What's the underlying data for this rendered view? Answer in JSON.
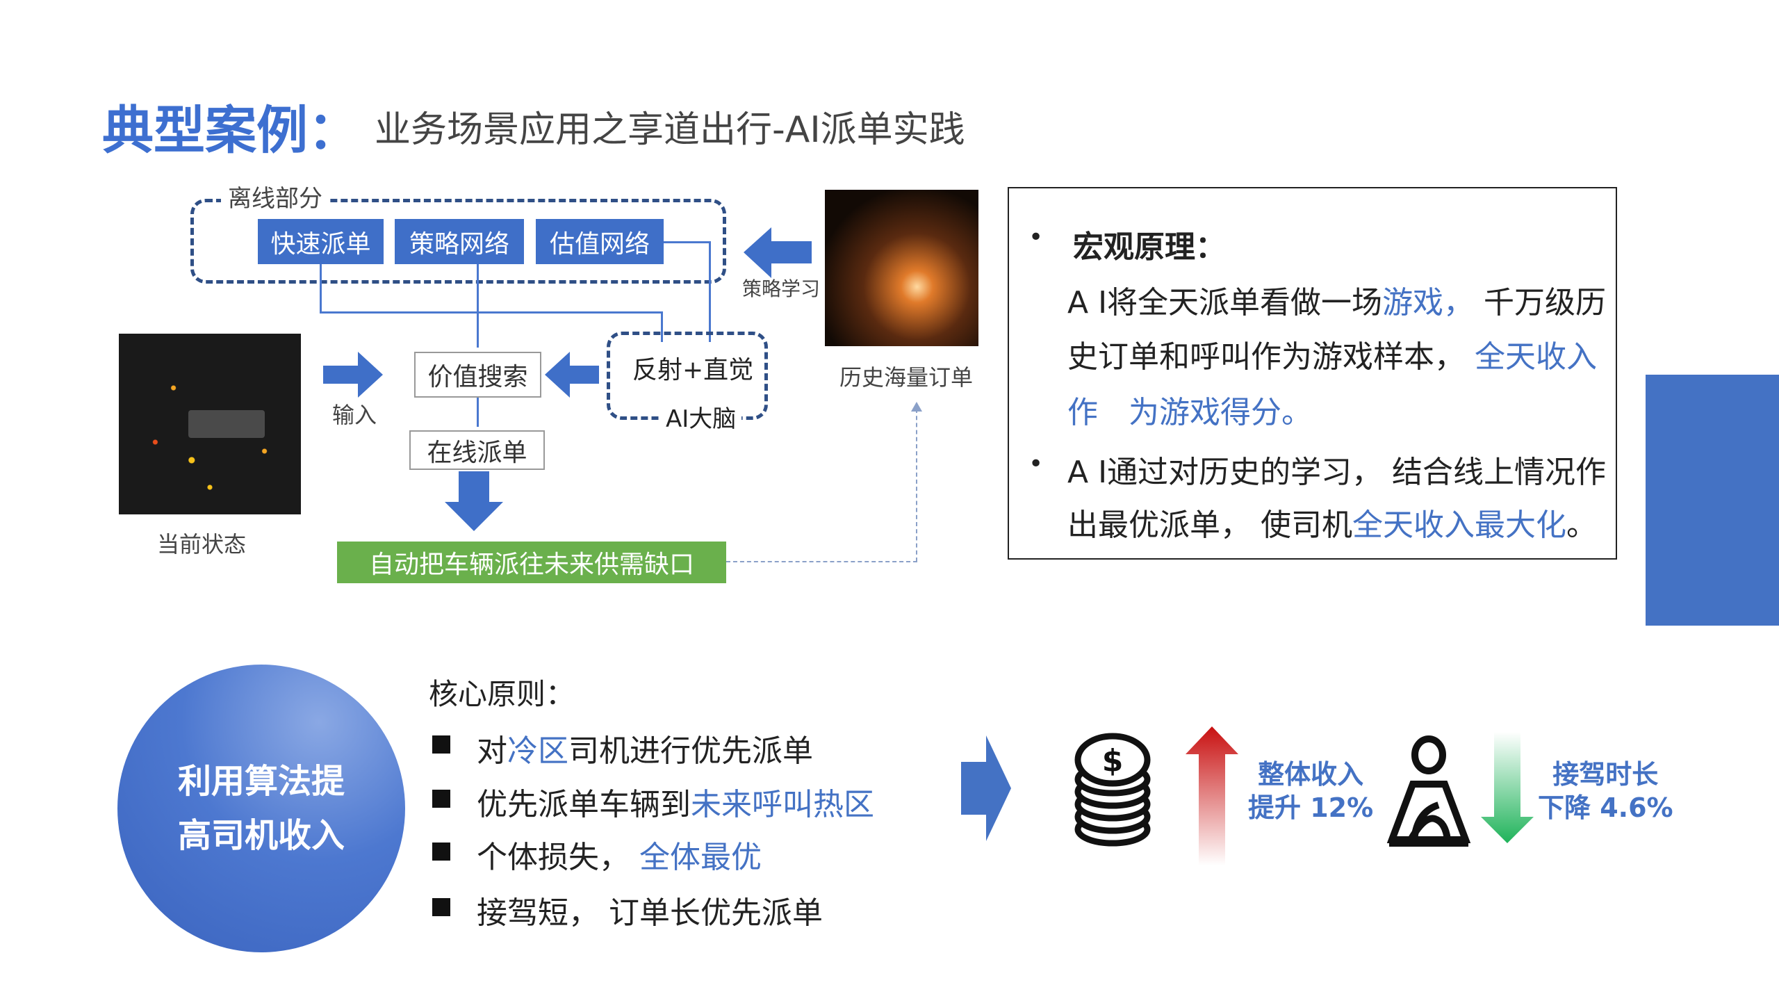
{
  "header": {
    "title": "典型案例：",
    "subtitle": "业务场景应用之享道出行-AI派单实践"
  },
  "diagram": {
    "offline_label": "离线部分",
    "offline_boxes": [
      "快速派单",
      "策略网络",
      "估值网络"
    ],
    "strategy_learning": "策略学习",
    "history_label": "历史海量订单",
    "current_state_label": "当前状态",
    "input_label": "输入",
    "value_search": "价值搜索",
    "reflex_intuition": "反射+直觉",
    "ai_brain": "AI大脑",
    "online_dispatch": "在线派单",
    "result_bar": "自动把车辆派往未来供需缺口"
  },
  "principle_box": {
    "heading": "宏观原理：",
    "p1": [
      {
        "a": "A I将全天派单看做一场",
        "b": "游戏，",
        "c": " 千万级历"
      },
      {
        "a": "史订单和呼叫作为游戏样本，",
        "b": " 全天收入",
        "c": ""
      },
      {
        "a": "",
        "b": "作　为游戏得分。",
        "c": ""
      }
    ],
    "p2": [
      {
        "a": "A I通过对历史的学习， 结合线上情况作",
        "b": "",
        "c": ""
      },
      {
        "a": "出最优派单， 使司机",
        "b": "全天收入最大化",
        "c": "。"
      }
    ],
    "bullet": "•"
  },
  "circle": {
    "line1": "利用算法提",
    "line2": "高司机收入"
  },
  "core": {
    "title": "核心原则：",
    "items": [
      {
        "a": "对",
        "b": "冷区",
        "c": "司机进行优先派单"
      },
      {
        "a": "优先派单车辆到",
        "b": "未来呼叫热区",
        "c": ""
      },
      {
        "a": "个体损失， ",
        "b": "全体最优",
        "c": ""
      },
      {
        "a": "接驾短， 订单长优先派单",
        "b": "",
        "c": ""
      }
    ]
  },
  "stats": {
    "income": {
      "line1": "整体收入",
      "line2": "提升 12%"
    },
    "pickup": {
      "line1": "接驾时长",
      "line2": "下降 4.6%"
    },
    "dollar": "$"
  },
  "colors": {
    "accent": "#4472c4",
    "title": "#3d6fd0",
    "green": "#6ab04c",
    "red": "#d42020"
  }
}
